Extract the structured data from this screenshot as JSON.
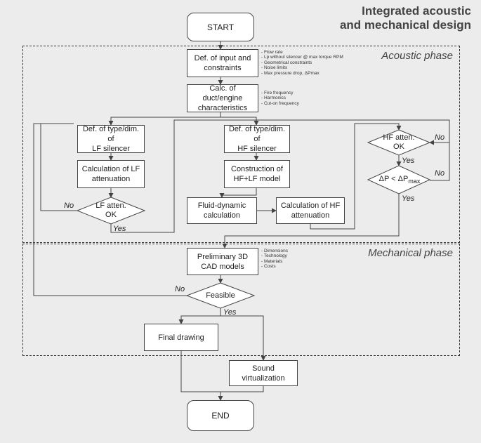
{
  "title": [
    "Integrated acoustic",
    "and mechanical design"
  ],
  "phases": {
    "acoustic": "Acoustic phase",
    "mechanical": "Mechanical phase"
  },
  "nodes": {
    "start": "START",
    "def_input": "Def. of input and\nconstraints",
    "calc_duct": "Calc. of duct/engine\ncharacteristics",
    "def_lf": "Def. of type/dim. of\nLF silencer",
    "calc_lf": "Calculation of LF\nattenuation",
    "lf_ok": "LF atten.\nOK",
    "def_hf": "Def. of type/dim. of\nHF silencer",
    "construct": "Construction of\nHF+LF model",
    "fluid": "Fluid-dynamic\ncalculation",
    "calc_hf": "Calculation of HF\nattenuation",
    "hf_ok": "HF atten.\nOK",
    "dp_check": "ΔP < ΔP",
    "dp_check_sub": "max",
    "cad": "Preliminary 3D\nCAD models",
    "feasible": "Feasible",
    "final": "Final drawing",
    "sound": "Sound\nvirtualization",
    "end": "END"
  },
  "notes": {
    "input": [
      "Flow rate",
      "Lp without silencer @ max torque RPM",
      "Geometrical constraints",
      "Noise limits",
      "Max pressure drop, ΔPmax"
    ],
    "duct": [
      "Fire frequency",
      "Harmonics",
      "Cut-on frequency"
    ],
    "cad": [
      "Dimensions",
      "Technology",
      "Materials",
      "Costs"
    ]
  },
  "labels": {
    "lf_no": "No",
    "lf_yes": "Yes",
    "hf_no": "No",
    "hf_yes": "Yes",
    "dp_no": "No",
    "dp_yes": "Yes",
    "feas_no": "No",
    "feas_yes": "Yes"
  }
}
